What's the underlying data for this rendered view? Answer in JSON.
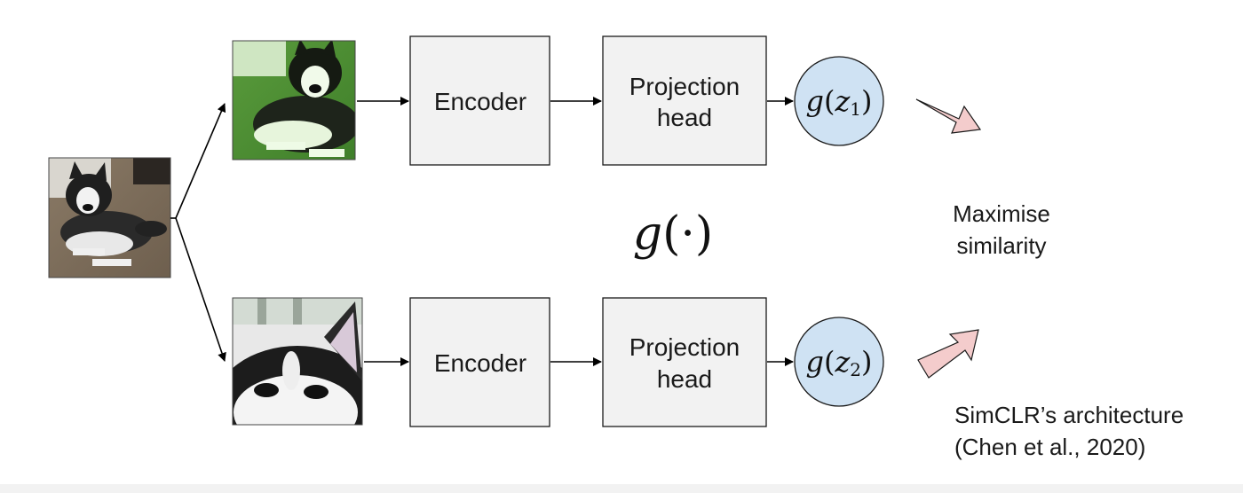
{
  "colors": {
    "box_fill": "#f2f2f2",
    "box_stroke": "#1a1a1a",
    "circle_fill": "#cfe2f3",
    "big_arrow_fill": "#f4cccc",
    "big_arrow_stroke": "#1a1a1a",
    "line": "#000000"
  },
  "icons": {
    "input_image": "dog-photo-icon",
    "augmented_top": "dog-augmented-color-icon",
    "augmented_bottom": "dog-face-crop-icon"
  },
  "pipelines": [
    {
      "encoder_label": "Encoder",
      "projection_label_line1": "Projection",
      "projection_label_line2": "head",
      "output_func": "g",
      "output_var": "z",
      "output_sub": "1"
    },
    {
      "encoder_label": "Encoder",
      "projection_label_line1": "Projection",
      "projection_label_line2": "head",
      "output_func": "g",
      "output_var": "z",
      "output_sub": "2"
    }
  ],
  "center_label": {
    "func": "g",
    "arg": "·"
  },
  "objective": {
    "line1": "Maximise",
    "line2": "similarity"
  },
  "caption": {
    "line1": "SimCLR’s architecture",
    "line2": "(Chen et al., 2020)"
  }
}
